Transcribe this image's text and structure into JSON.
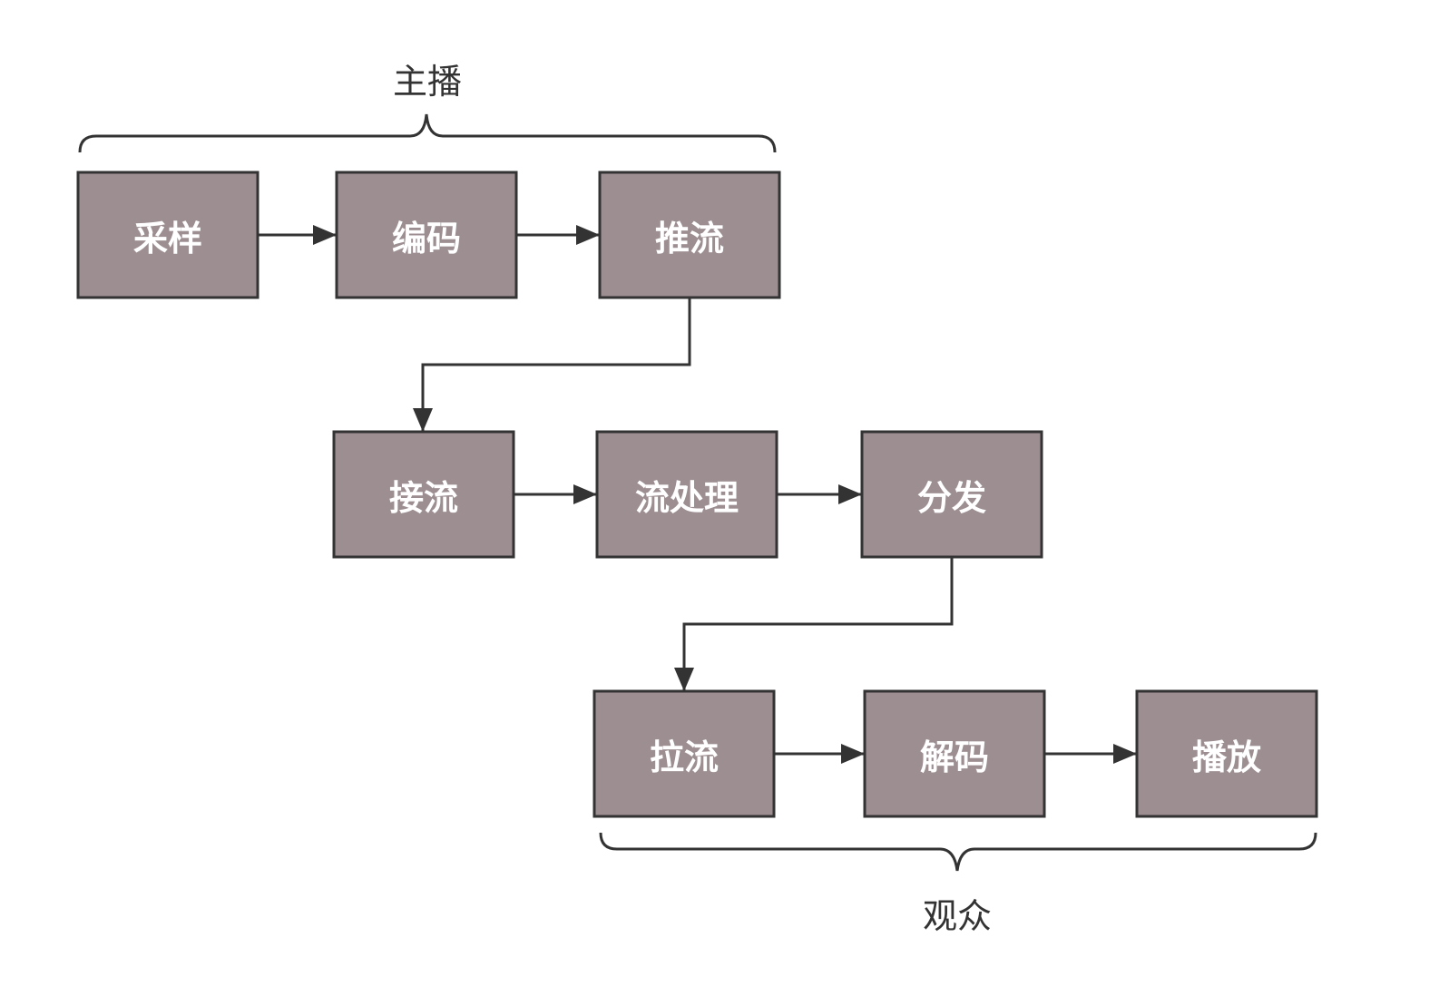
{
  "groups": {
    "broadcaster": {
      "label": "主播"
    },
    "audience": {
      "label": "观众"
    }
  },
  "nodes": {
    "sampling": {
      "label": "采样"
    },
    "encoding": {
      "label": "编码"
    },
    "push_stream": {
      "label": "推流"
    },
    "receive_stream": {
      "label": "接流"
    },
    "stream_processing": {
      "label": "流处理"
    },
    "distribution": {
      "label": "分发"
    },
    "pull_stream": {
      "label": "拉流"
    },
    "decoding": {
      "label": "解码"
    },
    "playback": {
      "label": "播放"
    }
  },
  "colors": {
    "node_fill": "#9c8e91",
    "stroke": "#333333",
    "node_text": "#ffffff",
    "label_text": "#333333"
  }
}
